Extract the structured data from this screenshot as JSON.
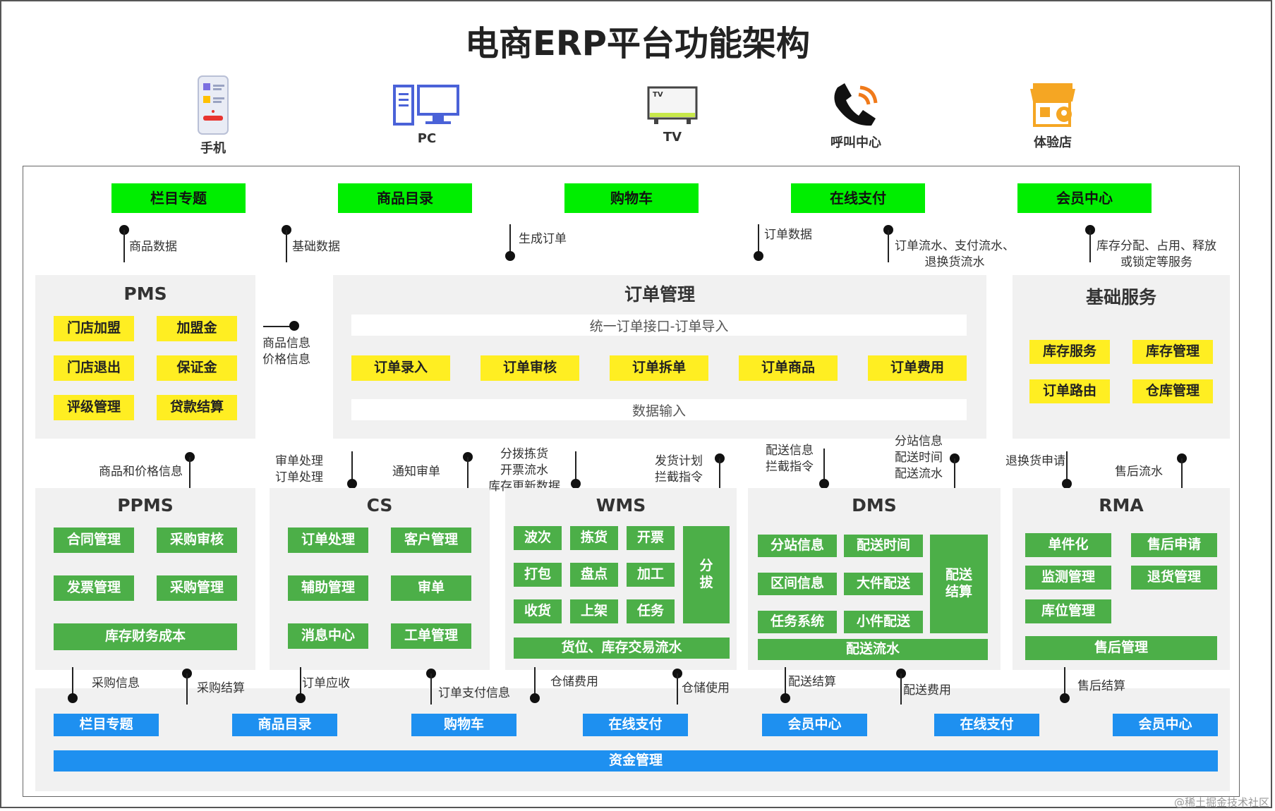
{
  "title": "电商ERP平台功能架构",
  "devices": [
    {
      "label": "手机",
      "icon": "phone-icon"
    },
    {
      "label": "PC",
      "icon": "pc-icon"
    },
    {
      "label": "TV",
      "icon": "tv-icon"
    },
    {
      "label": "呼叫中心",
      "icon": "call-center-icon"
    },
    {
      "label": "体验店",
      "icon": "store-icon"
    }
  ],
  "top_modules": [
    "栏目专题",
    "商品目录",
    "购物车",
    "在线支付",
    "会员中心"
  ],
  "top_links": [
    "商品数据",
    "基础数据",
    "生成订单",
    "订单数据",
    "订单流水、支付流水、\n退换货流水",
    "库存分配、占用、释放\n或锁定等服务"
  ],
  "pms": {
    "title": "PMS",
    "items": [
      "门店加盟",
      "加盟金",
      "门店退出",
      "保证金",
      "评级管理",
      "贷款结算"
    ]
  },
  "pms_link": "商品信息\n价格信息",
  "order": {
    "title": "订单管理",
    "interface": "统一订单接口-订单导入",
    "items": [
      "订单录入",
      "订单审核",
      "订单拆单",
      "订单商品",
      "订单费用"
    ],
    "input": "数据输入"
  },
  "base": {
    "title": "基础服务",
    "items": [
      "库存服务",
      "库存管理",
      "订单路由",
      "仓库管理"
    ]
  },
  "mid_links": [
    "商品和价格信息",
    "审单处理\n订单处理",
    "通知审单",
    "分拨拣货\n开票流水\n库存更新数据",
    "发货计划\n拦截指令",
    "配送信息\n拦截指令",
    "分站信息\n配送时间\n配送流水",
    "退换货申请",
    "售后流水"
  ],
  "ppms": {
    "title": "PPMS",
    "items": [
      "合同管理",
      "采购审核",
      "发票管理",
      "采购管理",
      "库存财务成本"
    ]
  },
  "cs": {
    "title": "CS",
    "items": [
      "订单处理",
      "客户管理",
      "辅助管理",
      "审单",
      "消息中心",
      "工单管理"
    ]
  },
  "wms": {
    "title": "WMS",
    "items": [
      "波次",
      "拣货",
      "开票",
      "打包",
      "盘点",
      "加工",
      "收货",
      "上架",
      "任务"
    ],
    "side": "分\n拔",
    "flow": "货位、库存交易流水"
  },
  "dms": {
    "title": "DMS",
    "items": [
      "分站信息",
      "配送时间",
      "区间信息",
      "大件配送",
      "任务系统",
      "小件配送"
    ],
    "side": "配送\n结算",
    "flow": "配送流水"
  },
  "rma": {
    "title": "RMA",
    "items": [
      "单件化",
      "售后申请",
      "监测管理",
      "退货管理",
      "库位管理"
    ],
    "flow": "售后管理"
  },
  "bottom_links": [
    "采购信息",
    "采购结算",
    "订单应收",
    "订单支付信息",
    "仓储费用",
    "仓储使用",
    "配送结算",
    "配送费用",
    "售后结算"
  ],
  "bottom_modules": [
    "栏目专题",
    "商品目录",
    "购物车",
    "在线支付",
    "会员中心",
    "在线支付",
    "会员中心"
  ],
  "fund": "资金管理",
  "watermark": "@稀土掘金技术社区",
  "colors": {
    "lime": "#00ee00",
    "yellow": "#ffee22",
    "green": "#4caf48",
    "blue": "#1e90f0"
  }
}
